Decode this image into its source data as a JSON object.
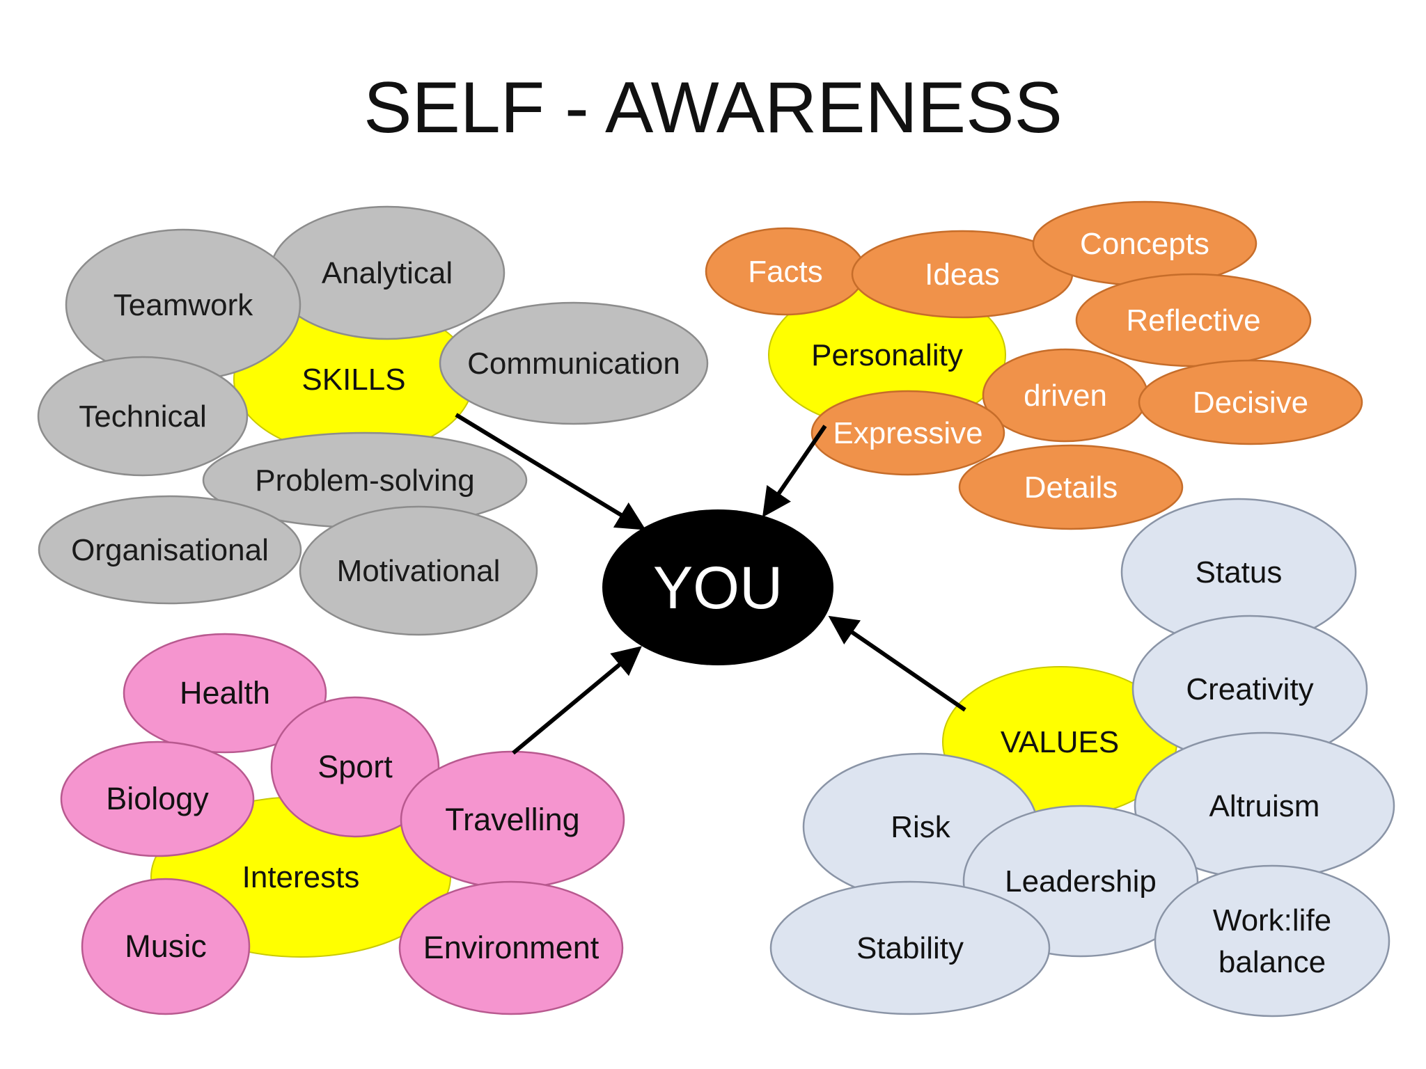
{
  "title": "SELF - AWARENESS",
  "center": {
    "label": "YOU",
    "color": "#000000"
  },
  "colors": {
    "core": "#ffff00",
    "skills_bubbles": "#bfbfbf",
    "personality_bubbles": "#f0924a",
    "interests_bubbles": "#f595cf",
    "values_bubbles": "#dde4f0"
  },
  "groups": {
    "skills": {
      "label": "SKILLS",
      "items": [
        "Analytical",
        "Teamwork",
        "Technical",
        "Communication",
        "Problem-solving",
        "Organisational",
        "Motivational"
      ]
    },
    "personality": {
      "label": "Personality",
      "items": [
        "Facts",
        "Ideas",
        "Concepts",
        "Reflective",
        "driven",
        "Decisive",
        "Expressive",
        "Details"
      ]
    },
    "interests": {
      "label": "Interests",
      "items": [
        "Health",
        "Sport",
        "Biology",
        "Travelling",
        "Music",
        "Environment"
      ]
    },
    "values": {
      "label": "VALUES",
      "items": [
        "Status",
        "Creativity",
        "Altruism",
        "Risk",
        "Leadership",
        "Stability"
      ],
      "worklife_lines": [
        "Work:life",
        "balance"
      ]
    }
  }
}
